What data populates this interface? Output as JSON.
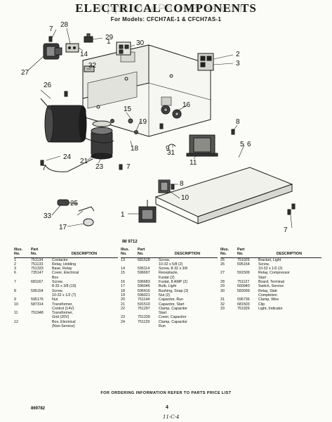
{
  "watermark": "AppliancePartsPros.com",
  "header": {
    "title": "ELECTRICAL COMPONENTS",
    "subtitle": "For Models: CFCH7AE-1 & CFCH7AS-1"
  },
  "figure": {
    "code": "IM 9712",
    "callouts": [
      "7",
      "28",
      "29",
      "30",
      "14",
      "1",
      "2",
      "3",
      "27",
      "32",
      "26",
      "15",
      "19",
      "18",
      "16",
      "8",
      "9",
      "31",
      "5",
      "6",
      "24",
      "21",
      "23",
      "11",
      "8",
      "10",
      "1",
      "33",
      "25",
      "17",
      "7",
      "7",
      "7"
    ]
  },
  "table_headers": {
    "illus_line1": "Illus.",
    "illus_line2": "No.",
    "part_line1": "Part",
    "part_line2": "No.",
    "description": "DESCRIPTION"
  },
  "parts_col1": [
    {
      "illus": "1",
      "part": "751134",
      "desc": [
        "Contactor"
      ]
    },
    {
      "illus": "2",
      "part": "751133",
      "desc": [
        "Relay, Holding"
      ]
    },
    {
      "illus": "3",
      "part": "751333",
      "desc": [
        "Base, Relay"
      ]
    },
    {
      "illus": "6",
      "part": "735147",
      "desc": [
        "Cover, Electrical",
        "Box"
      ]
    },
    {
      "illus": "7",
      "part": "681167",
      "desc": [
        "Screw,",
        "8-32 x 3/8 (10)"
      ]
    },
    {
      "illus": "8",
      "part": "595154",
      "desc": [
        "Screw,",
        "10-32 x 1/2 (7)"
      ]
    },
    {
      "illus": "9",
      "part": "595176",
      "desc": [
        "Nut"
      ]
    },
    {
      "illus": "10",
      "part": "587314",
      "desc": [
        "Transformer,",
        "Control (14V)"
      ]
    },
    {
      "illus": "11",
      "part": "751948",
      "desc": [
        "Transformer,",
        "Grid (20V)"
      ]
    },
    {
      "illus": "12",
      "part": "",
      "desc": [
        "Box, Electrical",
        "(Non-Service)"
      ]
    }
  ],
  "parts_col2": [
    {
      "illus": "13",
      "part": "681528",
      "desc": [
        "Screw,",
        "10-32 x 5/8 (2)"
      ]
    },
    {
      "illus": "14",
      "part": "595114",
      "desc": [
        "Screw, 8-32 x 3/8"
      ]
    },
    {
      "illus": "15",
      "part": "596697",
      "desc": [
        "Receptacle,",
        "Fustat (2)"
      ]
    },
    {
      "illus": "16",
      "part": "596683",
      "desc": [
        "Fustat, 8 AMP (2)"
      ]
    },
    {
      "illus": "17",
      "part": "596046",
      "desc": [
        "Bulb, Light"
      ]
    },
    {
      "illus": "18",
      "part": "596416",
      "desc": [
        "Bushing, Snap (2)"
      ]
    },
    {
      "illus": "19",
      "part": "596021",
      "desc": [
        "Nut (2)"
      ]
    },
    {
      "illus": "20",
      "part": "751144",
      "desc": [
        "Capacitor, Run"
      ]
    },
    {
      "illus": "21",
      "part": "591510",
      "desc": [
        "Capacitor, Start"
      ]
    },
    {
      "illus": "22",
      "part": "751297",
      "desc": [
        "Clamp, Capacitor",
        "Start"
      ]
    },
    {
      "illus": "23",
      "part": "751239",
      "desc": [
        "Cover, Capacitor"
      ]
    },
    {
      "illus": "24",
      "part": "751129",
      "desc": [
        "Clamp, Capacitor",
        "Run"
      ]
    }
  ],
  "parts_col3": [
    {
      "illus": "25",
      "part": "751925",
      "desc": [
        "Bracket, Light"
      ]
    },
    {
      "illus": "26",
      "part": "595154",
      "desc": [
        "Screw,",
        "10-32 x 1/2 (2)"
      ]
    },
    {
      "illus": "27",
      "part": "591509",
      "desc": [
        "Relay, Compressor",
        "Start"
      ]
    },
    {
      "illus": "28",
      "part": "751127",
      "desc": [
        "Board, Terminal"
      ]
    },
    {
      "illus": "29",
      "part": "560940",
      "desc": [
        "Switch, Service"
      ]
    },
    {
      "illus": "30",
      "part": "583099",
      "desc": [
        "Relay, Slab",
        "Completion"
      ]
    },
    {
      "illus": "31",
      "part": "596736",
      "desc": [
        "Clamp, Wire"
      ]
    },
    {
      "illus": "32",
      "part": "681503",
      "desc": [
        "Clip"
      ]
    },
    {
      "illus": "33",
      "part": "751926",
      "desc": [
        "Light, Indicator"
      ]
    }
  ],
  "footer": {
    "note": "FOR ORDERING INFORMATION REFER TO PARTS PRICE LIST",
    "doc_number": "869782",
    "page_number": "4",
    "handwritten": "11-C-4"
  }
}
